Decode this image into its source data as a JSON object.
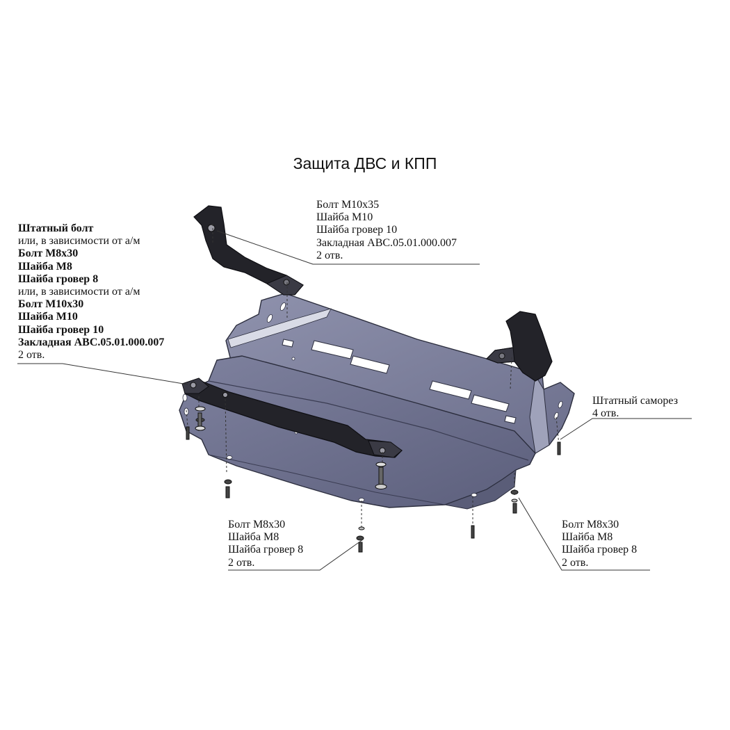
{
  "title": "Защита ДВС и КПП",
  "labels": {
    "top_right": [
      "Болт М10х35",
      "Шайба М10",
      "Шайба гровер 10",
      "Закладная ABC.05.01.000.007",
      "2 отв."
    ],
    "left": [
      {
        "text": "Штатный болт",
        "bold": true
      },
      {
        "text": "или, в зависимости от а/м",
        "bold": false
      },
      {
        "text": "Болт М8х30",
        "bold": true
      },
      {
        "text": "Шайба М8",
        "bold": true
      },
      {
        "text": "Шайба гровер 8",
        "bold": true
      },
      {
        "text": "или, в зависимости от а/м",
        "bold": false
      },
      {
        "text": "Болт М10х30",
        "bold": true
      },
      {
        "text": "Шайба М10",
        "bold": true
      },
      {
        "text": "Шайба гровер 10",
        "bold": true
      },
      {
        "text": "Закладная ABC.05.01.000.007",
        "bold": true
      },
      {
        "text": "2 отв.",
        "bold": false
      }
    ],
    "right": [
      "Штатный саморез",
      "4 отв."
    ],
    "bottom_center": [
      "Болт М8х30",
      "Шайба М8",
      "Шайба гровер 8",
      "2 отв."
    ],
    "bottom_right": [
      "Болт М8х30",
      "Шайба М8",
      "Шайба гровер 8",
      "2 отв."
    ]
  },
  "colors": {
    "plate": "#7a7d9a",
    "plate_light": "#9a9db6",
    "plate_dark": "#4d5070",
    "bracket": "#232329",
    "line": "#333333"
  }
}
